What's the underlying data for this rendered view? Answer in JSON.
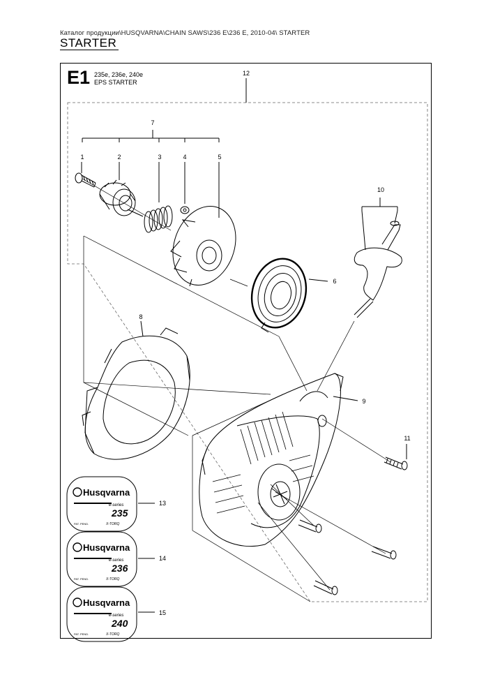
{
  "header": {
    "breadcrumb": "Каталог продукции\\HUSQVARNA\\CHAIN SAWS\\236 E\\236 E, 2010-04\\ STARTER",
    "title": "STARTER"
  },
  "section": {
    "code": "E1",
    "models": "235e, 236e, 240e",
    "name": "EPS STARTER"
  },
  "callouts": {
    "c1": "1",
    "c2": "2",
    "c3": "3",
    "c4": "4",
    "c5": "5",
    "c6": "6",
    "c7": "7",
    "c8": "8",
    "c9": "9",
    "c10": "10",
    "c11": "11",
    "c12": "12",
    "c13": "13",
    "c14": "14",
    "c15": "15"
  },
  "decals": [
    {
      "brand": "Husqvarna",
      "series": "e-series",
      "model": "235",
      "left_text": "PAT. PEND.",
      "right_text": "X-TORQ"
    },
    {
      "brand": "Husqvarna",
      "series": "e-series",
      "model": "236",
      "left_text": "PAT. PEND.",
      "right_text": "X-TORQ"
    },
    {
      "brand": "Husqvarna",
      "series": "e-series",
      "model": "240",
      "left_text": "PAT. PEND.",
      "right_text": "X-TORQ"
    }
  ],
  "colors": {
    "line": "#000000",
    "paper": "#ffffff",
    "dash": "#555555"
  }
}
